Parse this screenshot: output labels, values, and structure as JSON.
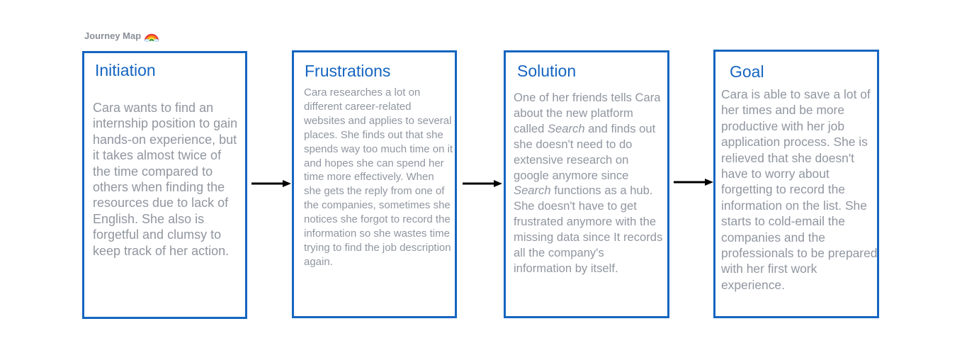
{
  "board": {
    "label": "Journey Map",
    "label_icon": "rainbow-icon"
  },
  "colors": {
    "card_border": "#1565c0",
    "card_title": "#1565c0",
    "card_body_text": "#9096a0",
    "label_text": "#8a8f99",
    "arrow": "#000000"
  },
  "cards": {
    "initiation": {
      "title": "Initiation",
      "body": [
        "Cara wants to find an internship position to gain hands-on experience, but it takes almost twice of the time compared to others when finding the resources due to lack of English. She also is forgetful and clumsy to keep track of her action."
      ]
    },
    "frustrations": {
      "title": "Frustrations",
      "body": [
        "Cara researches a lot on different career-related websites and applies to several places. She finds out that she spends way too much time on it and hopes she can spend her time more effectively. When she gets the reply from one of the companies, sometimes she notices she forgot to record the information so she wastes time trying to find the job description again."
      ]
    },
    "solution": {
      "title": "Solution",
      "body": [
        "One of her friends tells Cara about the new platform called ",
        "Search",
        " and finds out she doesn't need to do extensive research on google anymore since ",
        "Search",
        " functions as a hub. She doesn't have to get frustrated anymore with the missing data since It records all the company's information by itself."
      ]
    },
    "goal": {
      "title": "Goal",
      "body": [
        "Cara is able to save a lot of her times and be more productive with her job application process. She is relieved that she doesn't have to worry about forgetting to record the information on the list. She starts to cold-email the companies and the professionals to be prepared with her first work experience."
      ]
    }
  },
  "connectors": [
    {
      "from": "initiation",
      "to": "frustrations"
    },
    {
      "from": "frustrations",
      "to": "solution"
    },
    {
      "from": "solution",
      "to": "goal"
    }
  ]
}
